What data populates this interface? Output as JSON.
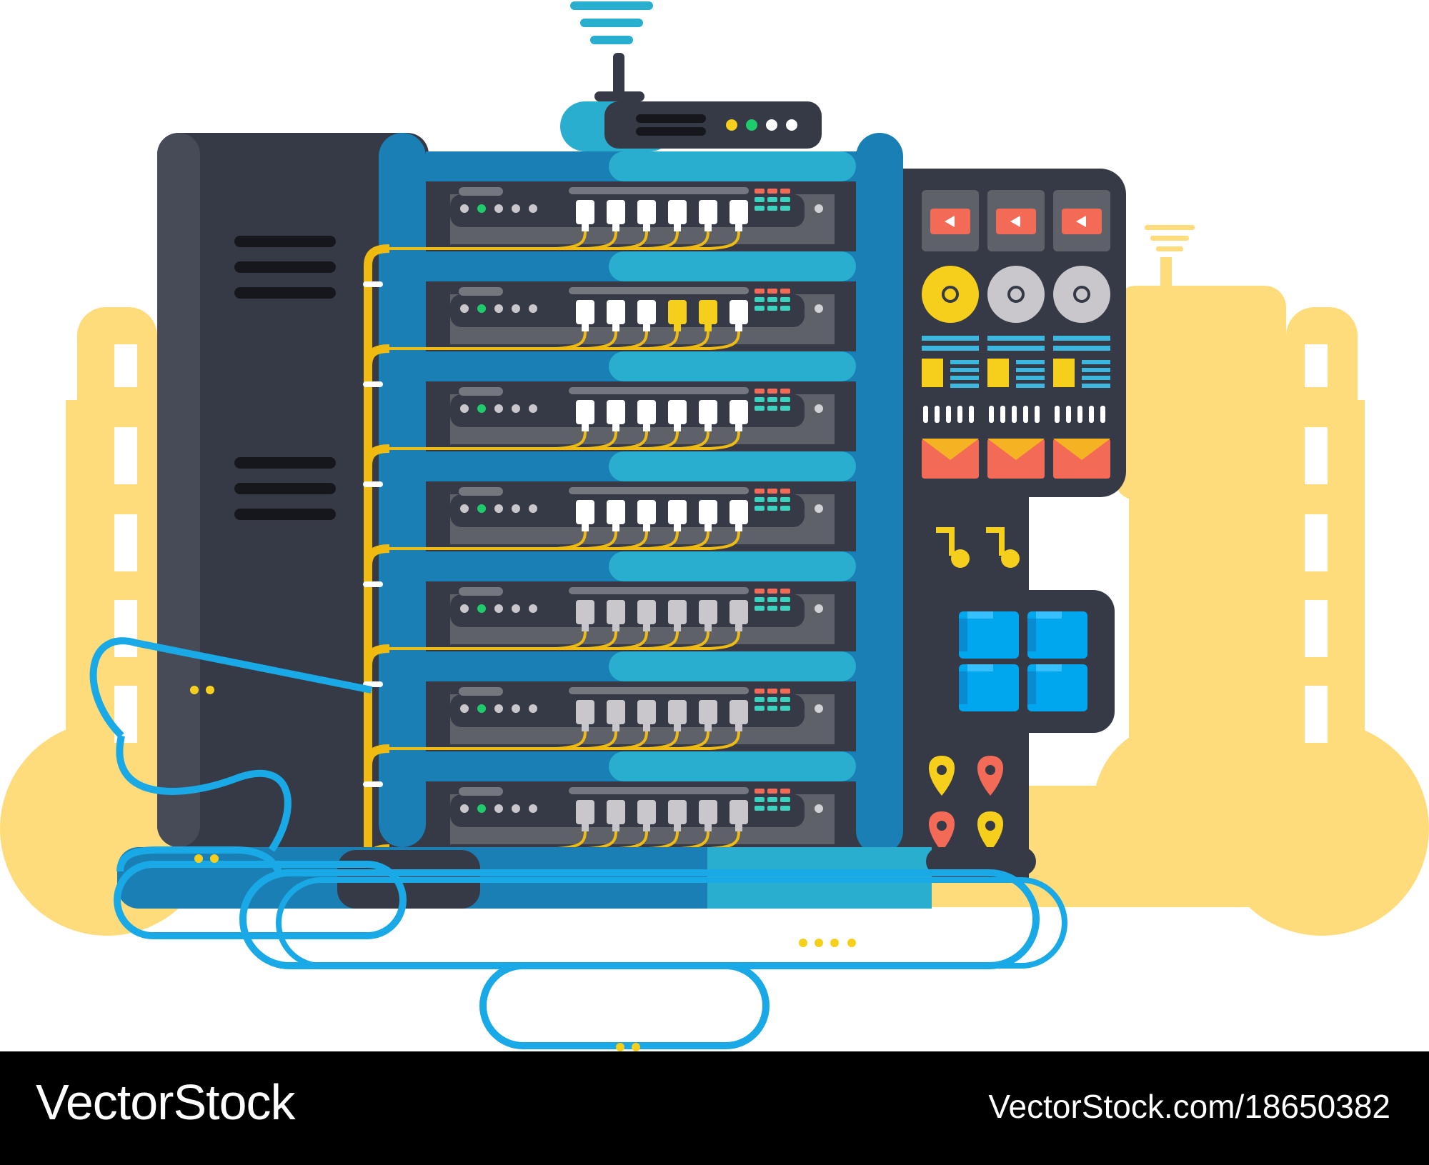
{
  "footer": {
    "brand": "VectorStock",
    "credit": "VectorStock.com/18650382"
  },
  "colors": {
    "background": "#ffffff",
    "silhouette": "#fedc7b",
    "cabinet_dark": "#363a47",
    "cabinet_mid": "#474b57",
    "rack_blue": "#1a7fb5",
    "rack_teal": "#2aaed0",
    "panel_grey": "#5f6169",
    "cable_yellow": "#f0bb10",
    "cable_blue": "#19a9e6",
    "led_green": "#1fcc6c",
    "led_yellow": "#f5cf1b",
    "accent_red": "#f36a56",
    "footer": "#000000"
  },
  "illustration": {
    "subject": "server-rack",
    "router": {
      "leds": [
        "yellow",
        "green",
        "white",
        "white"
      ]
    },
    "rack_units": [
      {
        "port_colors": [
          "white",
          "white",
          "white",
          "white",
          "white",
          "white"
        ]
      },
      {
        "port_colors": [
          "white",
          "white",
          "white",
          "yellow",
          "yellow",
          "white"
        ]
      },
      {
        "port_colors": [
          "white",
          "white",
          "white",
          "white",
          "white",
          "white"
        ]
      },
      {
        "port_colors": [
          "white",
          "white",
          "white",
          "white",
          "white",
          "white"
        ]
      },
      {
        "port_colors": [
          "grey",
          "grey",
          "grey",
          "grey",
          "grey",
          "grey"
        ]
      },
      {
        "port_colors": [
          "grey",
          "grey",
          "grey",
          "grey",
          "grey",
          "grey"
        ]
      },
      {
        "port_colors": [
          "grey",
          "grey",
          "grey",
          "grey",
          "grey",
          "grey"
        ]
      }
    ],
    "panel_icons": [
      "video-icon",
      "disc-icon",
      "document-icon",
      "binary-icon",
      "mail-icon",
      "music-note-icon",
      "windows-icon",
      "location-pin-icon"
    ],
    "pin_colors": [
      "yellow",
      "red",
      "red",
      "yellow"
    ]
  }
}
